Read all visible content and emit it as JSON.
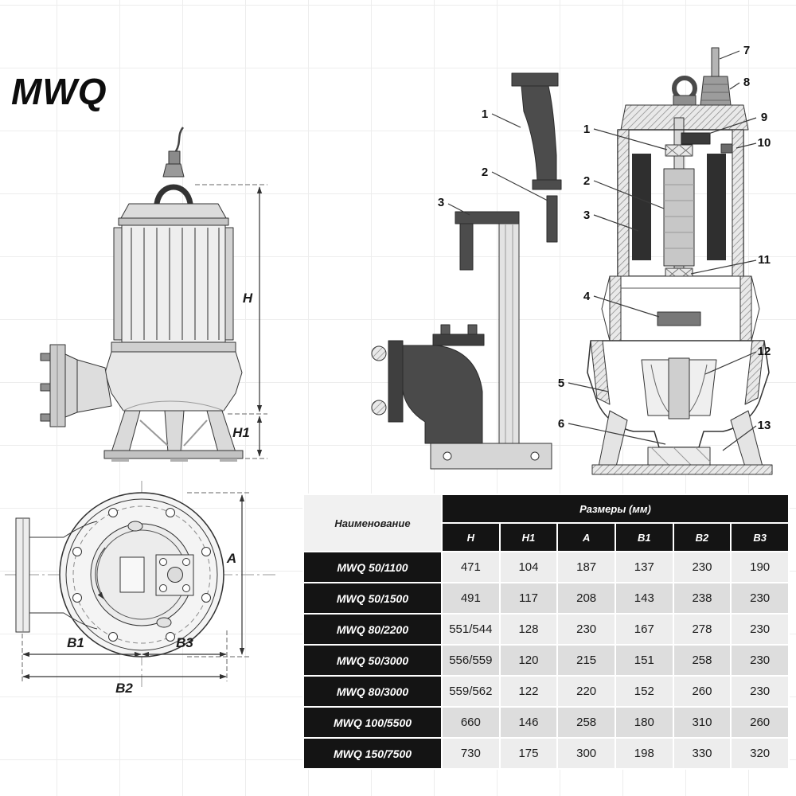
{
  "title": "MWQ",
  "dims": {
    "H": "H",
    "H1": "H1",
    "A": "A",
    "B1": "B1",
    "B2": "B2",
    "B3": "B3"
  },
  "callouts": {
    "parts": [
      "1",
      "2",
      "3"
    ],
    "section_left": [
      "1",
      "2",
      "3",
      "4",
      "5",
      "6"
    ],
    "section_right": [
      "7",
      "8",
      "9",
      "10",
      "11",
      "12",
      "13"
    ]
  },
  "table": {
    "name_header": "Наименование",
    "sizes_header": "Размеры (мм)",
    "columns": [
      "H",
      "H1",
      "A",
      "B1",
      "B2",
      "B3"
    ],
    "rows": [
      {
        "name": "MWQ 50/1100",
        "values": [
          "471",
          "104",
          "187",
          "137",
          "230",
          "190"
        ]
      },
      {
        "name": "MWQ 50/1500",
        "values": [
          "491",
          "117",
          "208",
          "143",
          "238",
          "230"
        ]
      },
      {
        "name": "MWQ 80/2200",
        "values": [
          "551/544",
          "128",
          "230",
          "167",
          "278",
          "230"
        ]
      },
      {
        "name": "MWQ 50/3000",
        "values": [
          "556/559",
          "120",
          "215",
          "151",
          "258",
          "230"
        ]
      },
      {
        "name": "MWQ 80/3000",
        "values": [
          "559/562",
          "122",
          "220",
          "152",
          "260",
          "230"
        ]
      },
      {
        "name": "MWQ 100/5500",
        "values": [
          "660",
          "146",
          "258",
          "180",
          "310",
          "260"
        ]
      },
      {
        "name": "MWQ 150/7500",
        "values": [
          "730",
          "175",
          "300",
          "198",
          "330",
          "320"
        ]
      }
    ]
  }
}
